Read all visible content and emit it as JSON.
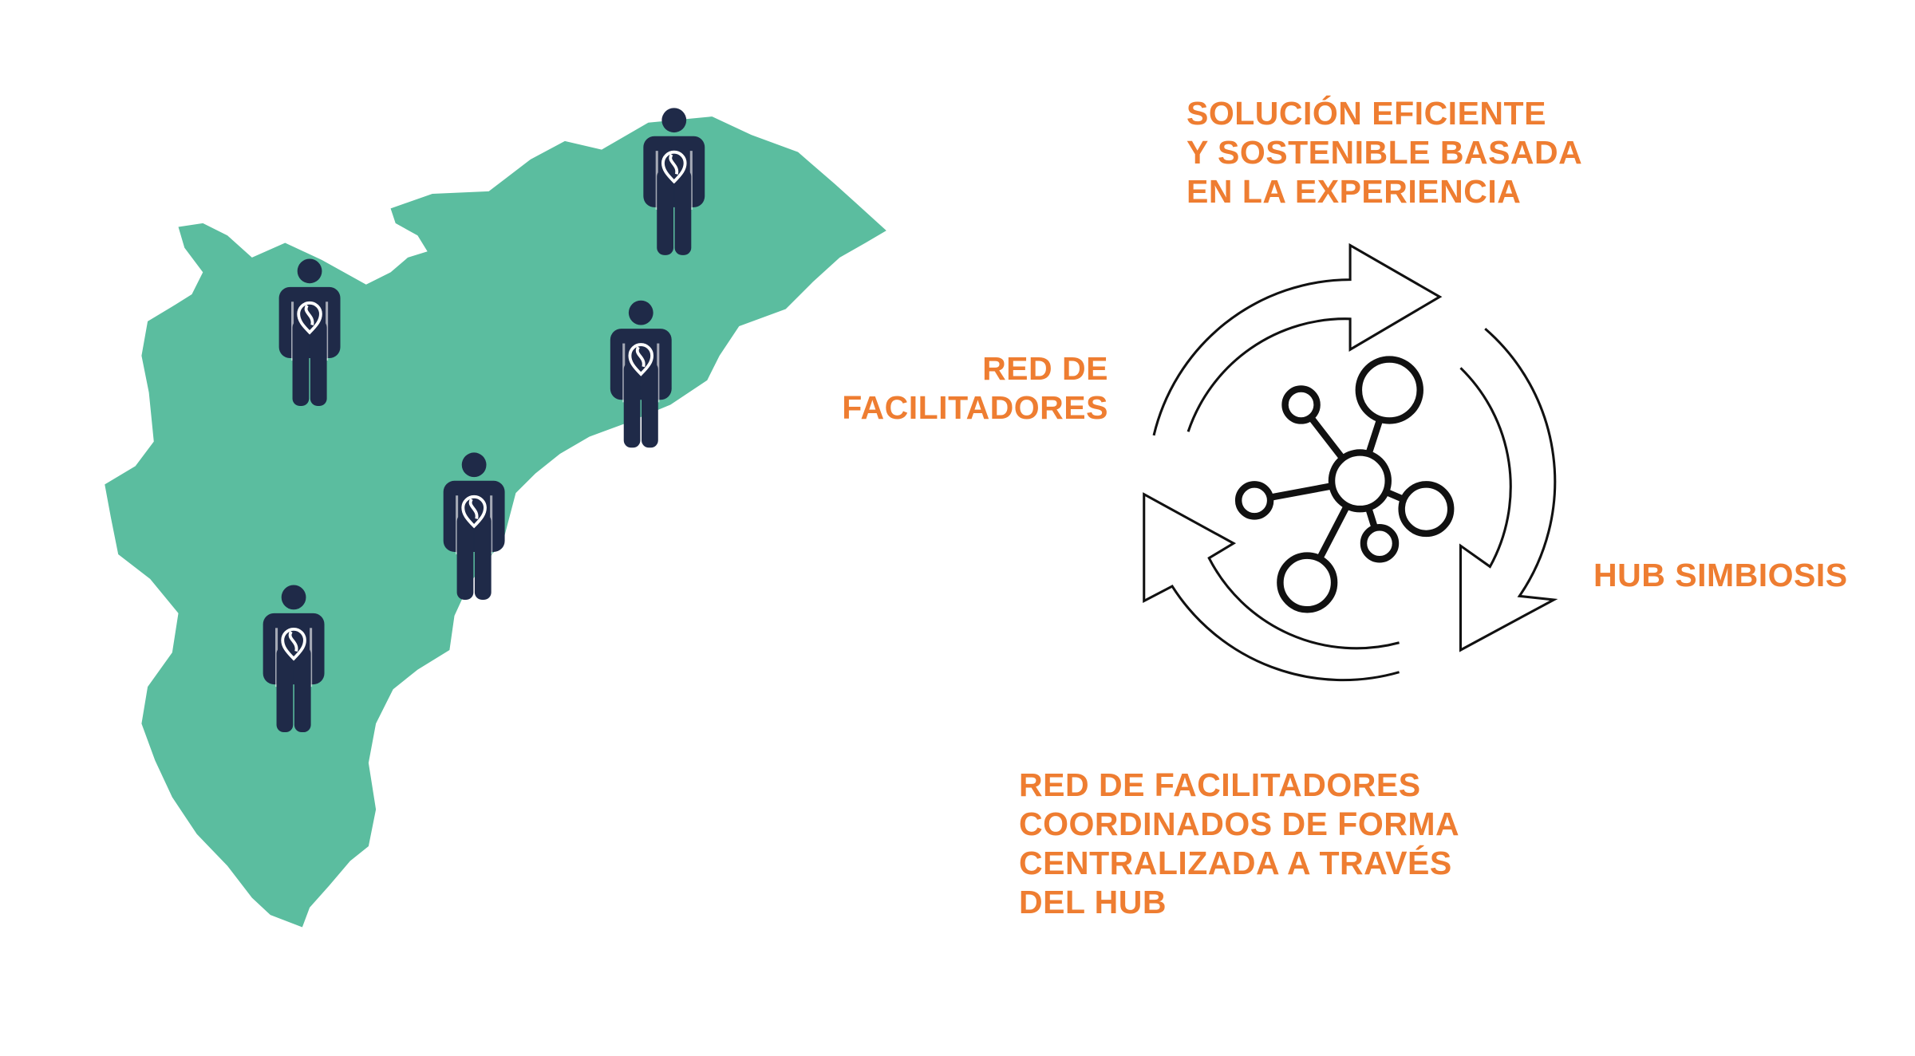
{
  "colors": {
    "map": "#5bbd9f",
    "person": "#1f2a48",
    "accent": "#ee7d31",
    "icon": "#111111"
  },
  "icons": {
    "person": "person-with-pin-icon",
    "hub": "network-cycle-icon"
  },
  "labels": {
    "solution": [
      "SOLUCIÓN EFICIENTE",
      "Y SOSTENIBLE BASADA",
      "EN LA EXPERIENCIA"
    ],
    "network": [
      "RED DE",
      "FACILITADORES"
    ],
    "hub": "HUB SIMBIOSIS",
    "coordination": [
      "RED DE FACILITADORES",
      "COORDINADOS DE FORMA",
      "CENTRALIZADA A TRAVÉS",
      "DEL HUB"
    ]
  }
}
